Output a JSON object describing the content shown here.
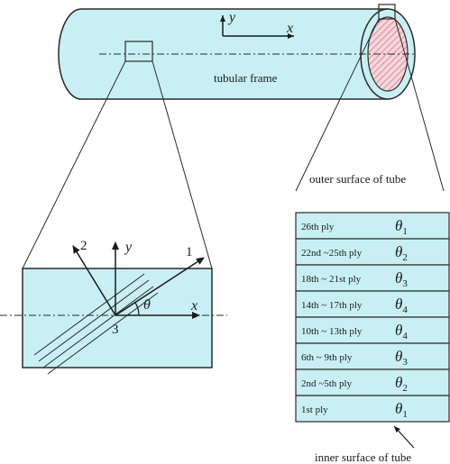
{
  "tube": {
    "label": "tubular frame",
    "axis_x": "x",
    "axis_y": "y"
  },
  "element": {
    "axis_x": "x",
    "axis_y": "y",
    "dir_1": "1",
    "dir_2": "2",
    "dir_3": "3",
    "angle": "θ"
  },
  "laminate": {
    "outer_label": "outer surface of tube",
    "inner_label": "inner surface of tube",
    "plies": [
      {
        "name": "26th ply",
        "theta": "θ",
        "sub": "1"
      },
      {
        "name": "22nd ~25th ply",
        "theta": "θ",
        "sub": "2"
      },
      {
        "name": "18th ~ 21st ply",
        "theta": "θ",
        "sub": "3"
      },
      {
        "name": "14th ~ 17th ply",
        "theta": "θ",
        "sub": "4"
      },
      {
        "name": "10th ~ 13th ply",
        "theta": "θ",
        "sub": "4"
      },
      {
        "name": "6th ~ 9th ply",
        "theta": "θ",
        "sub": "3"
      },
      {
        "name": "2nd ~5th ply",
        "theta": "θ",
        "sub": "2"
      },
      {
        "name": "1st ply",
        "theta": "θ",
        "sub": "1"
      }
    ]
  },
  "colors": {
    "fill": "#c8f0f4",
    "stroke": "#2a2a2a",
    "hatch": "#d9788a"
  }
}
